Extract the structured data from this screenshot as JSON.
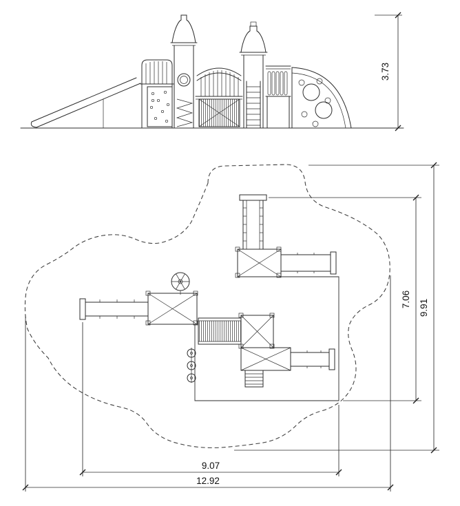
{
  "drawing": {
    "type": "playground-equipment-technical-drawing",
    "colors": {
      "line": "#2b2b2b",
      "background": "#ffffff"
    },
    "dimensions": {
      "elevation_height": "3.73",
      "plan_inner_height": "7.06",
      "plan_outer_height": "9.91",
      "plan_inner_width": "9.07",
      "plan_outer_width": "12.92"
    }
  }
}
